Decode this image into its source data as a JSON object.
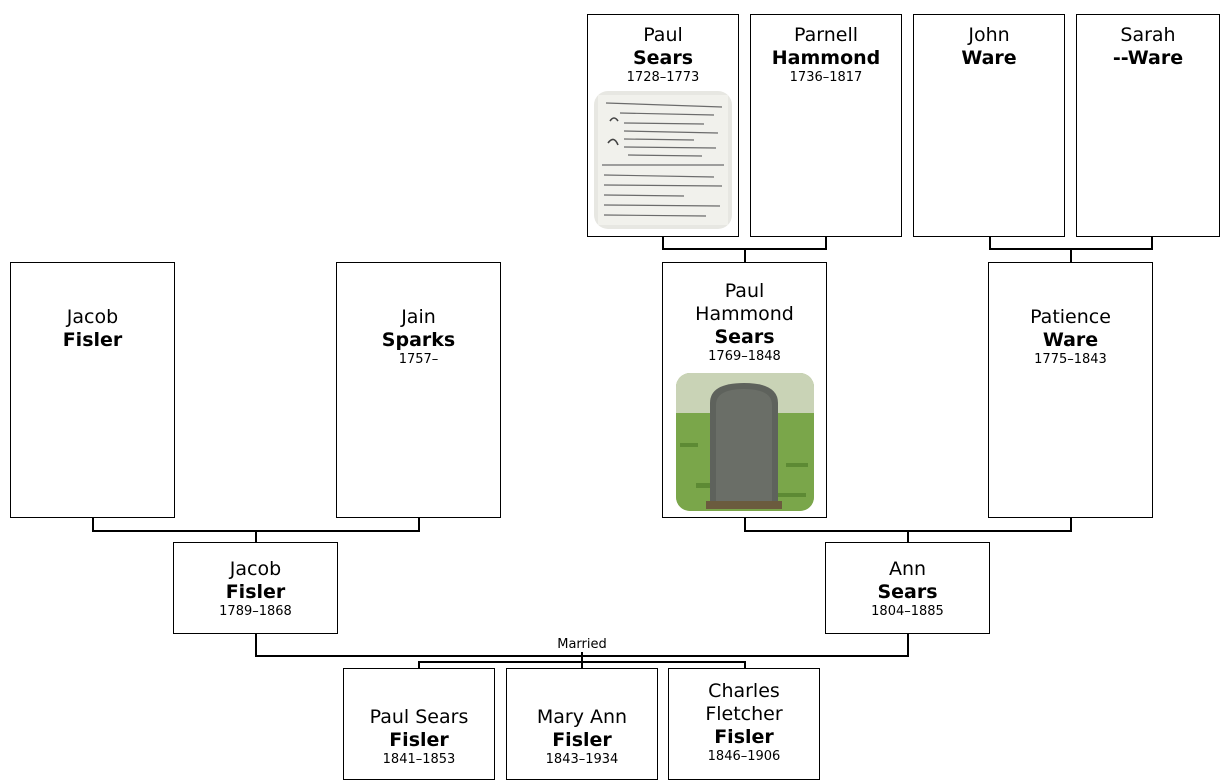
{
  "people": {
    "paul_sears_1728": {
      "given": "Paul",
      "surname": "Sears",
      "dates": "1728–1773"
    },
    "parnell_hammond": {
      "given": "Parnell",
      "surname": "Hammond",
      "dates": "1736–1817"
    },
    "john_ware": {
      "given": "John",
      "surname": "Ware",
      "dates": ""
    },
    "sarah_ware": {
      "given": "Sarah",
      "surname": "--Ware",
      "dates": ""
    },
    "jacob_fisler_sr": {
      "given": "Jacob",
      "surname": "Fisler",
      "dates": ""
    },
    "jain_sparks": {
      "given": "Jain",
      "surname": "Sparks",
      "dates": "1757–"
    },
    "paul_hammond_sears": {
      "given_line1": "Paul",
      "given_line2": "Hammond",
      "surname": "Sears",
      "dates": "1769–1848"
    },
    "patience_ware": {
      "given": "Patience",
      "surname": "Ware",
      "dates": "1775–1843"
    },
    "jacob_fisler": {
      "given": "Jacob",
      "surname": "Fisler",
      "dates": "1789–1868"
    },
    "ann_sears": {
      "given": "Ann",
      "surname": "Sears",
      "dates": "1804–1885"
    },
    "paul_sears_fisler": {
      "given": "Paul Sears",
      "surname": "Fisler",
      "dates": "1841–1853"
    },
    "mary_ann_fisler": {
      "given": "Mary Ann",
      "surname": "Fisler",
      "dates": "1843–1934"
    },
    "charles_fletcher_fisler": {
      "given_line1": "Charles",
      "given_line2": "Fletcher",
      "surname": "Fisler",
      "dates": "1846–1906"
    }
  },
  "marriage_label": "Married",
  "colors": {
    "border": "#000000",
    "background": "#ffffff",
    "grass": "#7aa64a",
    "stone": "#5e625c"
  }
}
